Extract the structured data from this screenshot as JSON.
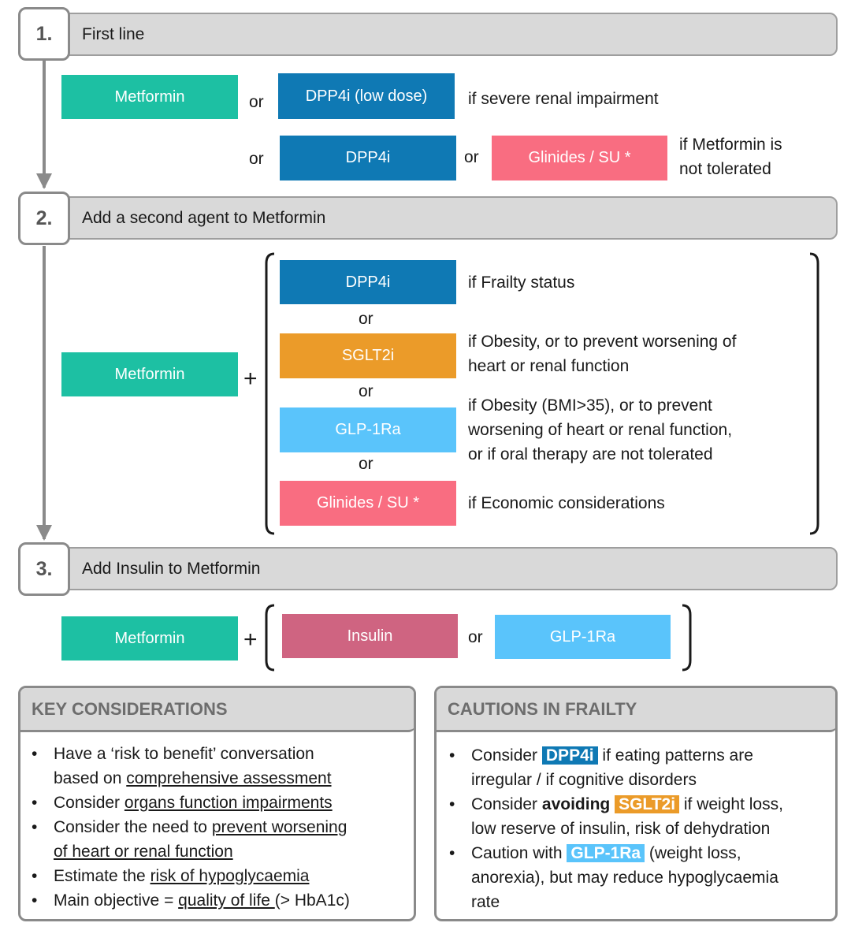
{
  "colors": {
    "metformin": "#1dc0a3",
    "dpp4i": "#0f79b4",
    "glinides": "#f96d81",
    "sglt2i": "#eb9b29",
    "glp1ra": "#5ac4fb",
    "insulin": "#cf6481",
    "header_bg": "#d9d9d9",
    "border": "#8a8a8a"
  },
  "step1": {
    "number": "1.",
    "title": "First line",
    "metformin": "Metformin",
    "or_a": "or",
    "dpp4i_low": "DPP4i (low dose)",
    "renal_note": "if severe renal impairment",
    "or_b": "or",
    "dpp4i": "DPP4i",
    "or_c": "or",
    "glinides": "Glinides / SU *",
    "intolerance_note": [
      "if Metformin is",
      "not tolerated"
    ]
  },
  "step2": {
    "number": "2.",
    "title": "Add a second agent to Metformin",
    "metformin": "Metformin",
    "plus": "+",
    "options": [
      {
        "label": "DPP4i",
        "note": [
          "if Frailty status"
        ]
      },
      {
        "label": "SGLT2i",
        "note": [
          "if Obesity, or to prevent worsening of",
          "heart or renal function"
        ]
      },
      {
        "label": "GLP-1Ra",
        "note": [
          "if Obesity (BMI>35), or to prevent",
          "worsening of heart or renal function,",
          "or if oral therapy are not tolerated"
        ]
      },
      {
        "label": "Glinides / SU *",
        "note": [
          "if Economic considerations"
        ]
      }
    ],
    "or_words": [
      "or",
      "or",
      "or"
    ]
  },
  "step3": {
    "number": "3.",
    "title": "Add Insulin to Metformin",
    "metformin": "Metformin",
    "plus": "+",
    "insulin": "Insulin",
    "or": "or",
    "glp1ra": "GLP-1Ra"
  },
  "key": {
    "title": "KEY CONSIDERATIONS",
    "b1_pre": "Have a ‘risk to benefit’ conversation",
    "b1_mid": "based on ",
    "b1_u": "comprehensive assessment",
    "b2_pre": "Consider ",
    "b2_u": "organs function impairments",
    "b3_pre": "Consider the need to ",
    "b3_u1": "prevent worsening",
    "b3_u2": "of heart or renal function",
    "b4_pre": "Estimate the ",
    "b4_u": "risk of hypoglycaemia",
    "b5_pre": "Main objective = ",
    "b5_u": "quality of life ",
    "b5_post": "(> HbA1c)"
  },
  "cautions": {
    "title": "CAUTIONS IN FRAILTY",
    "c1_pre": "Consider ",
    "c1_tag": "DPP4i",
    "c1_post": " if eating patterns are",
    "c1_line2": "irregular / if cognitive disorders",
    "c2_pre": "Consider ",
    "c2_bold": "avoiding",
    "c2_tag": "SGLT2i",
    "c2_post": " if weight loss,",
    "c2_line2": "low reserve of insulin, risk of dehydration",
    "c3_pre": "Caution with ",
    "c3_tag": "GLP-1Ra",
    "c3_post": " (weight loss,",
    "c3_line2": "anorexia), but may reduce hypoglycaemia",
    "c3_line3": "rate"
  }
}
